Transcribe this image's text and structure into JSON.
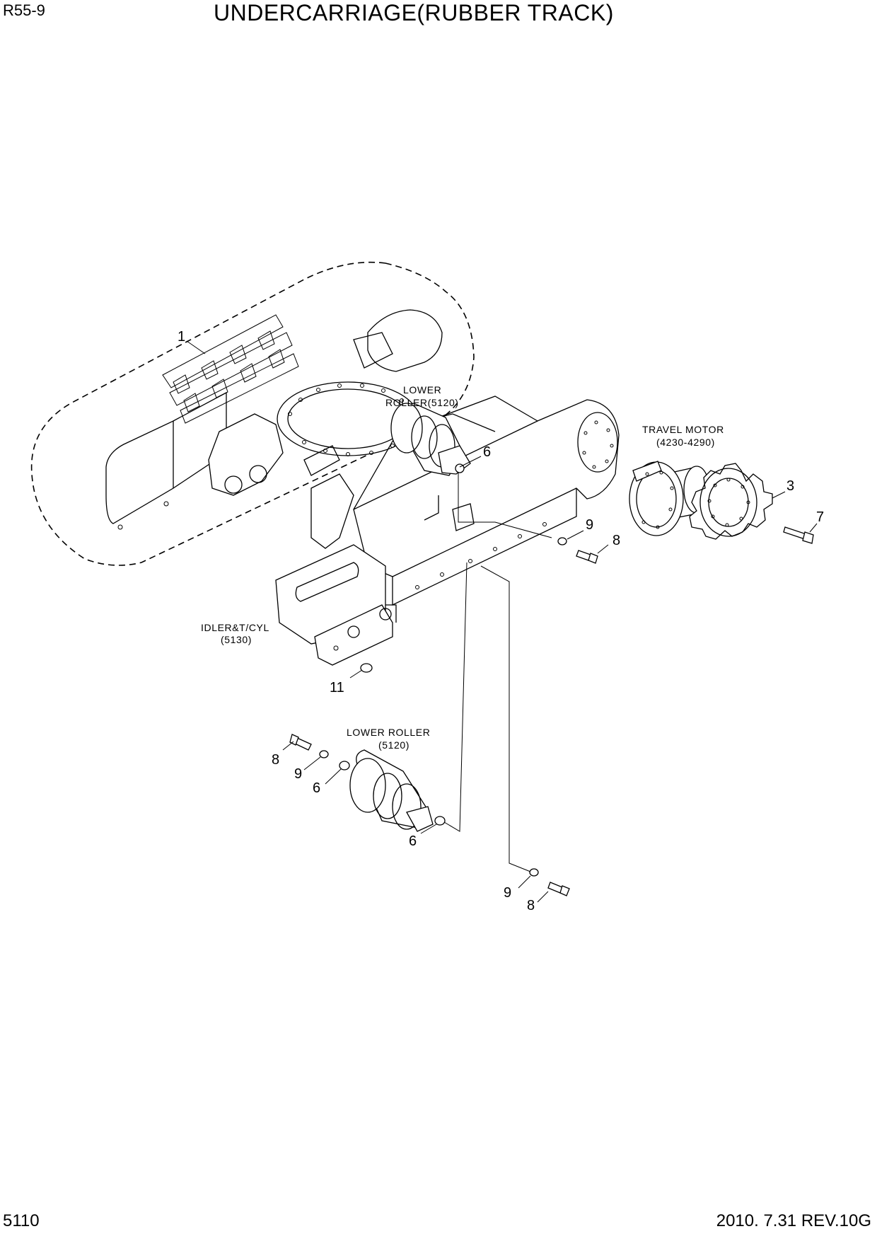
{
  "header": {
    "model": "R55-9",
    "title": "UNDERCARRIAGE(RUBBER TRACK)"
  },
  "footer": {
    "page_number": "5110",
    "revision": "2010. 7.31  REV.10G"
  },
  "labels": {
    "lower_roller_top_1": "LOWER",
    "lower_roller_top_2": "ROLLER(5120)",
    "travel_motor_1": "TRAVEL MOTOR",
    "travel_motor_2": "(4230-4290)",
    "idler_1": "IDLER&T/CYL",
    "idler_2": "(5130)",
    "lower_roller_bottom_1": "LOWER ROLLER",
    "lower_roller_bottom_2": "(5120)"
  },
  "callouts": {
    "c1": "1",
    "c6a": "6",
    "c3": "3",
    "c7": "7",
    "c9a": "9",
    "c8a": "8",
    "c11": "11",
    "c8b": "8",
    "c9b": "9",
    "c6b": "6",
    "c6c": "6",
    "c9c": "9",
    "c8c": "8"
  }
}
